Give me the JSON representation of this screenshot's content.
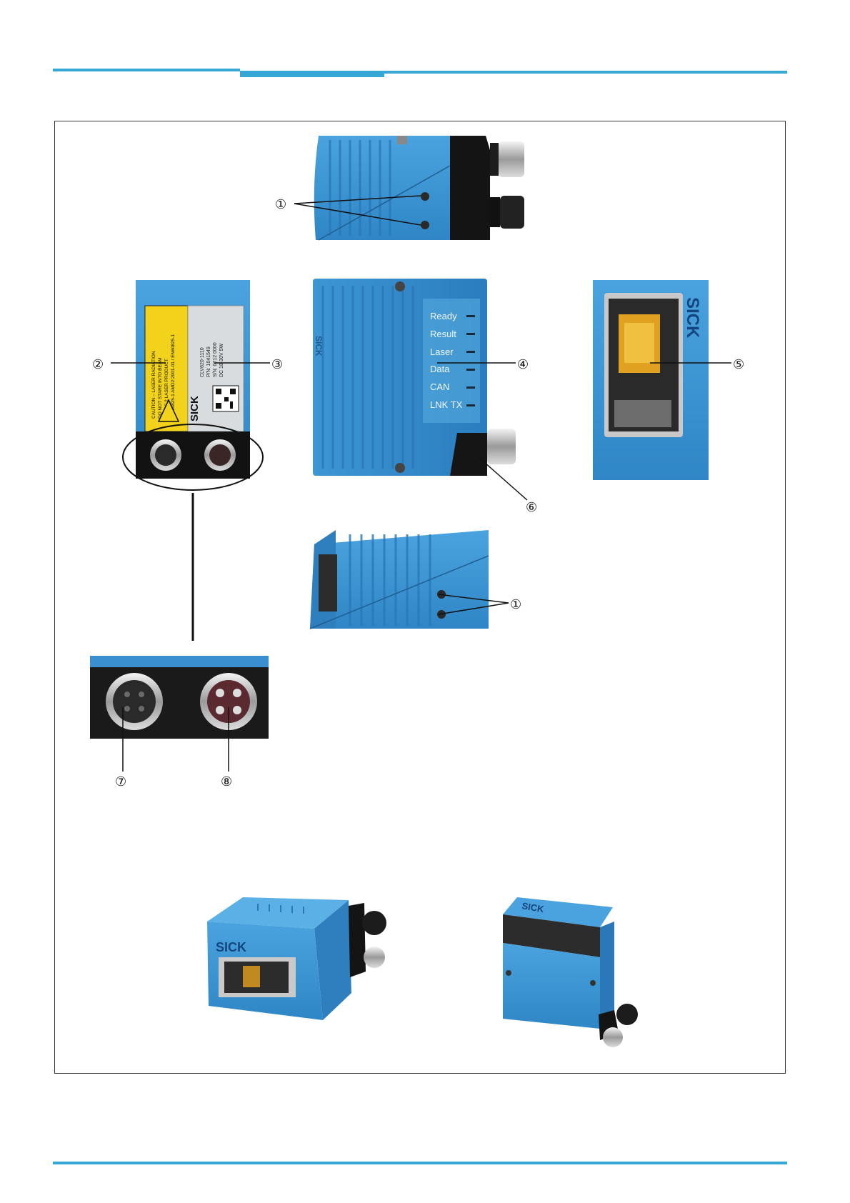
{
  "colors": {
    "accent_rule": "#35a8d6",
    "housing_blue": "#3f97d4",
    "housing_dark": "#2a78b8",
    "connector_black": "#151515",
    "warning_yellow": "#f2d21a"
  },
  "callouts": {
    "c1": "①",
    "c2": "②",
    "c3": "③",
    "c4": "④",
    "c5": "⑤",
    "c6": "⑥",
    "c7": "⑦",
    "c8": "⑧"
  },
  "leds": [
    "Ready",
    "Result",
    "Laser",
    "Data",
    "CAN",
    "LNK TX"
  ],
  "brand": "SICK",
  "laser_label": {
    "lines": [
      "CAUTION – LASER RADIATION",
      "DO NOT STARE INTO BEAM",
      "CLASS 2 LASER PRODUCT",
      "IEC60825-1 AMD2:2001-01 / EN60825-1"
    ]
  },
  "type_label": {
    "lines": [
      "CLV620-1110",
      "P/N: 1041549",
      "S/N: 0712 0000",
      "DC 18-30V 5W"
    ]
  },
  "icons": {
    "laser_warning": "laser-warning-icon",
    "qr": "qr-code-icon"
  }
}
